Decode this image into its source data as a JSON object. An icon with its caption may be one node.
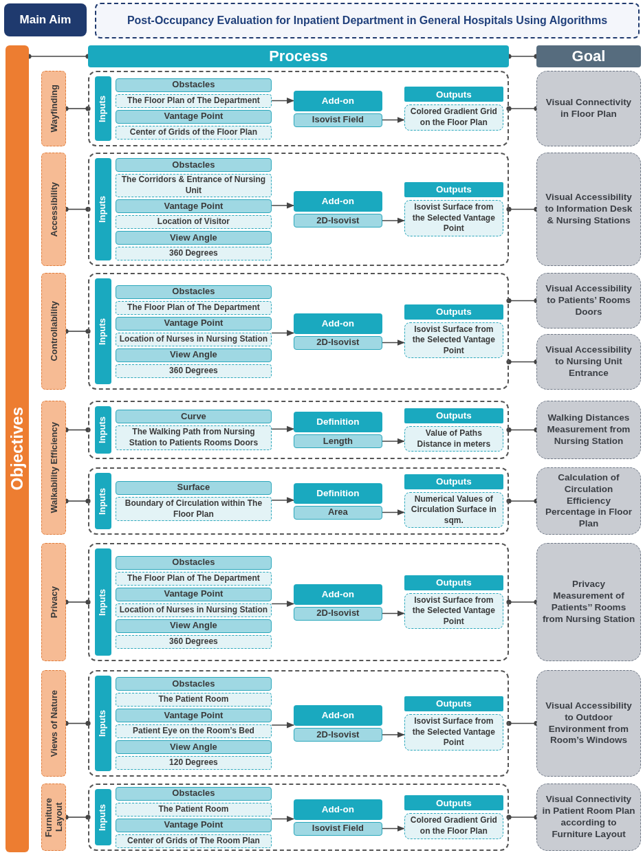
{
  "diagram": {
    "nodes": [
      {
        "text": [
          "Main Aim"
        ]
      },
      {
        "text": [
          "Post-Occupancy Evaluation for Inpatient Department in General Hospitals Using Algorithms"
        ]
      },
      {
        "text": [
          "Objectives"
        ]
      },
      {
        "text": [
          "Process"
        ]
      },
      {
        "text": [
          "Goal"
        ]
      },
      {
        "text": [
          "Wayfinding"
        ]
      },
      {
        "text": [],
        "shape": "box"
      },
      {
        "text": [
          "Inputs"
        ],
        "in": 6
      },
      {
        "text": [
          "Obstacles"
        ],
        "in": 6
      },
      {
        "text": [
          "The Floor Plan of The Department"
        ],
        "in": 6
      },
      {
        "text": [
          "Vantage Point"
        ],
        "in": 6
      },
      {
        "text": [
          "Center of Grids of the Floor Plan"
        ],
        "in": 6
      },
      {
        "text": [
          "Add-on"
        ],
        "in": 6
      },
      {
        "text": [
          "Isovist Field"
        ],
        "in": 6
      },
      {
        "text": [
          "Outputs"
        ],
        "in": 6
      },
      {
        "text": [
          "Colored Gradient Grid on the Floor Plan"
        ],
        "in": 6
      },
      {
        "text": [
          "Visual Connectivity in Floor Plan"
        ]
      },
      {
        "text": [
          "Accessibility"
        ]
      },
      {
        "text": [],
        "shape": "box"
      },
      {
        "text": [
          "Inputs"
        ],
        "in": 18
      },
      {
        "text": [
          "Obstacles"
        ],
        "in": 18
      },
      {
        "text": [
          "The Corridors & Entrance of Nursing Unit"
        ],
        "in": 18
      },
      {
        "text": [
          "Vantage Point"
        ],
        "in": 18
      },
      {
        "text": [
          "Location of Visitor"
        ],
        "in": 18
      },
      {
        "text": [
          "View Angle"
        ],
        "in": 18
      },
      {
        "text": [
          "360 Degrees"
        ],
        "in": 18
      },
      {
        "text": [
          "Add-on"
        ],
        "in": 18
      },
      {
        "text": [
          "2D-Isovist"
        ],
        "in": 18
      },
      {
        "text": [
          "Outputs"
        ],
        "in": 18
      },
      {
        "text": [
          "Isovist Surface from the Selected Vantage Point"
        ],
        "in": 18
      },
      {
        "text": [
          "Visual Accessibility to Information Desk & Nursing Stations"
        ]
      },
      {
        "text": [
          "Controllability"
        ]
      },
      {
        "text": [],
        "shape": "box"
      },
      {
        "text": [
          "Inputs"
        ],
        "in": 32
      },
      {
        "text": [
          "Obstacles"
        ],
        "in": 32
      },
      {
        "text": [
          "The Floor Plan of The Department"
        ],
        "in": 32
      },
      {
        "text": [
          "Vantage Point"
        ],
        "in": 32
      },
      {
        "text": [
          "Location of Nurses in Nursing Station"
        ],
        "in": 32
      },
      {
        "text": [
          "View Angle"
        ],
        "in": 32
      },
      {
        "text": [
          "360 Degrees"
        ],
        "in": 32
      },
      {
        "text": [
          "Add-on"
        ],
        "in": 32
      },
      {
        "text": [
          "2D-Isovist"
        ],
        "in": 32
      },
      {
        "text": [
          "Outputs"
        ],
        "in": 32
      },
      {
        "text": [
          "Isovist Surface from the Selected Vantage Point"
        ],
        "in": 32
      },
      {
        "text": [
          "Visual Accessibility to Patients’ Rooms Doors"
        ]
      },
      {
        "text": [
          "Visual Accessibility to Nursing Unit Entrance"
        ]
      },
      {
        "text": [
          "Walkability Efficiency"
        ]
      },
      {
        "text": [],
        "shape": "box"
      },
      {
        "text": [
          "Inputs"
        ],
        "in": 47
      },
      {
        "text": [
          "Curve"
        ],
        "in": 47
      },
      {
        "text": [
          "The Walking Path from Nursing Station to Patients Rooms Doors"
        ],
        "in": 47
      },
      {
        "text": [
          "Definition"
        ],
        "in": 47
      },
      {
        "text": [
          "Length"
        ],
        "in": 47
      },
      {
        "text": [
          "Outputs"
        ],
        "in": 47
      },
      {
        "text": [
          "Value of Paths Distance in meters"
        ],
        "in": 47
      },
      {
        "text": [
          "Walking Distances Measurement from Nursing Station"
        ]
      },
      {
        "text": [],
        "shape": "box"
      },
      {
        "text": [
          "Inputs"
        ],
        "in": 56
      },
      {
        "text": [
          "Surface"
        ],
        "in": 56
      },
      {
        "text": [
          "Boundary of Circulation within The Floor Plan"
        ],
        "in": 56
      },
      {
        "text": [
          "Definition"
        ],
        "in": 56
      },
      {
        "text": [
          "Area"
        ],
        "in": 56
      },
      {
        "text": [
          "Outputs"
        ],
        "in": 56
      },
      {
        "text": [
          "Numerical Values of Circulation Surface in sqm."
        ],
        "in": 56
      },
      {
        "text": [
          "Calculation of Circulation Efficiency Percentage in Floor Plan"
        ]
      },
      {
        "text": [
          "Privacy"
        ]
      },
      {
        "text": [],
        "shape": "box"
      },
      {
        "text": [
          "Inputs"
        ],
        "in": 66
      },
      {
        "text": [
          "Obstacles"
        ],
        "in": 66
      },
      {
        "text": [
          "The Floor Plan of The Department"
        ],
        "in": 66
      },
      {
        "text": [
          "Vantage Point"
        ],
        "in": 66
      },
      {
        "text": [
          "Location of Nurses in Nursing Station"
        ],
        "in": 66
      },
      {
        "text": [
          "View Angle"
        ],
        "in": 66
      },
      {
        "text": [
          "360 Degrees"
        ],
        "in": 66
      },
      {
        "text": [
          "Add-on"
        ],
        "in": 66
      },
      {
        "text": [
          "2D-Isovist"
        ],
        "in": 66
      },
      {
        "text": [
          "Outputs"
        ],
        "in": 66
      },
      {
        "text": [
          "Isovist Surface from the Selected Vantage Point"
        ],
        "in": 66
      },
      {
        "text": [
          "Privacy Measurement of Patients’’ Rooms from Nursing Station"
        ]
      },
      {
        "text": [
          "Views of Nature"
        ]
      },
      {
        "text": [],
        "shape": "box"
      },
      {
        "text": [
          "Inputs"
        ],
        "in": 80
      },
      {
        "text": [
          "Obstacles"
        ],
        "in": 80
      },
      {
        "text": [
          "The Patient Room"
        ],
        "in": 80
      },
      {
        "text": [
          "Vantage Point"
        ],
        "in": 80
      },
      {
        "text": [
          "Patient Eye on the Room’s Bed"
        ],
        "in": 80
      },
      {
        "text": [
          "View Angle"
        ],
        "in": 80
      },
      {
        "text": [
          "120 Degrees"
        ],
        "in": 80
      },
      {
        "text": [
          "Add-on"
        ],
        "in": 80
      },
      {
        "text": [
          "2D-Isovist"
        ],
        "in": 80
      },
      {
        "text": [
          "Outputs"
        ],
        "in": 80
      },
      {
        "text": [
          "Isovist Surface from the Selected Vantage Point"
        ],
        "in": 80
      },
      {
        "text": [
          "Visual Accessibility to Outdoor Environment from Room’s Windows"
        ]
      },
      {
        "text": [
          "Furniture Layout"
        ]
      },
      {
        "text": [],
        "shape": "box"
      },
      {
        "text": [
          "Inputs"
        ],
        "in": 94
      },
      {
        "text": [
          "Obstacles"
        ],
        "in": 94
      },
      {
        "text": [
          "The Patient Room"
        ],
        "in": 94
      },
      {
        "text": [
          "Vantage Point"
        ],
        "in": 94
      },
      {
        "text": [
          "Center of Grids of The Room Plan"
        ],
        "in": 94
      },
      {
        "text": [
          "Add-on"
        ],
        "in": 94
      },
      {
        "text": [
          "Isovist Field"
        ],
        "in": 94
      },
      {
        "text": [
          "Outputs"
        ],
        "in": 94
      },
      {
        "text": [
          "Colored Gradient Grid on the Floor Plan"
        ],
        "in": 94
      },
      {
        "text": [
          "Visual Connectivity in Patient Room Plan according to Furniture Layout"
        ]
      }
    ],
    "edges": [
      {
        "from": 2,
        "to": 3,
        "arrow": "other"
      },
      {
        "from": 3,
        "to": 4,
        "arrow": "other"
      },
      {
        "from": 5,
        "to": 6,
        "arrow": "other"
      },
      {
        "from": 9,
        "to": 12,
        "arrow": "to"
      },
      {
        "from": 13,
        "to": 15,
        "arrow": "to"
      },
      {
        "from": 6,
        "to": 16,
        "arrow": "other"
      },
      {
        "from": 17,
        "to": 18,
        "arrow": "other"
      },
      {
        "from": 22,
        "to": 26,
        "arrow": "to"
      },
      {
        "from": 27,
        "to": 29,
        "arrow": "to"
      },
      {
        "from": 18,
        "to": 30,
        "arrow": "other"
      },
      {
        "from": 31,
        "to": 32,
        "arrow": "other"
      },
      {
        "from": 37,
        "to": 40,
        "arrow": "to"
      },
      {
        "from": 41,
        "to": 43,
        "arrow": "to"
      },
      {
        "from": 32,
        "to": 44,
        "arrow": "other"
      },
      {
        "from": 32,
        "to": 45,
        "arrow": "other"
      },
      {
        "from": 46,
        "to": 47,
        "arrow": "other"
      },
      {
        "from": 50,
        "to": 51,
        "arrow": "to"
      },
      {
        "from": 52,
        "to": 54,
        "arrow": "to"
      },
      {
        "from": 47,
        "to": 55,
        "arrow": "other"
      },
      {
        "from": 46,
        "to": 56,
        "arrow": "other"
      },
      {
        "from": 59,
        "to": 60,
        "arrow": "to"
      },
      {
        "from": 61,
        "to": 63,
        "arrow": "to"
      },
      {
        "from": 56,
        "to": 64,
        "arrow": "other"
      },
      {
        "from": 65,
        "to": 66,
        "arrow": "other"
      },
      {
        "from": 71,
        "to": 74,
        "arrow": "to"
      },
      {
        "from": 75,
        "to": 77,
        "arrow": "to"
      },
      {
        "from": 66,
        "to": 78,
        "arrow": "other"
      },
      {
        "from": 79,
        "to": 80,
        "arrow": "other"
      },
      {
        "from": 85,
        "to": 88,
        "arrow": "to"
      },
      {
        "from": 89,
        "to": 91,
        "arrow": "to"
      },
      {
        "from": 80,
        "to": 92,
        "arrow": "other"
      },
      {
        "from": 93,
        "to": 94,
        "arrow": "other"
      },
      {
        "from": 98,
        "to": 100,
        "arrow": "to"
      },
      {
        "from": 101,
        "to": 103,
        "arrow": "to"
      },
      {
        "from": 94,
        "to": 104,
        "arrow": "other"
      }
    ]
  }
}
